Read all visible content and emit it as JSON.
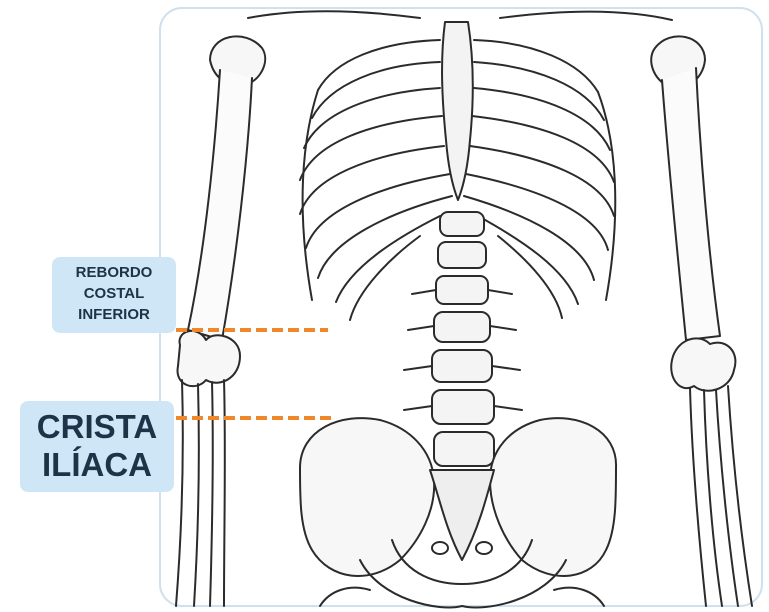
{
  "labels": {
    "rebordo_costal": {
      "lines": [
        "REBORDO",
        "COSTAL",
        "INFERIOR"
      ]
    },
    "cresta_iliaca": {
      "lines": [
        "CRISTA",
        "ILÍACA"
      ]
    }
  },
  "colors": {
    "label_bg": "#cfe6f6",
    "label_text": "#1e3347",
    "dashed_line": "#f0872b",
    "frame_border": "#cfe0ee",
    "bone_stroke": "#2b2b2b"
  }
}
